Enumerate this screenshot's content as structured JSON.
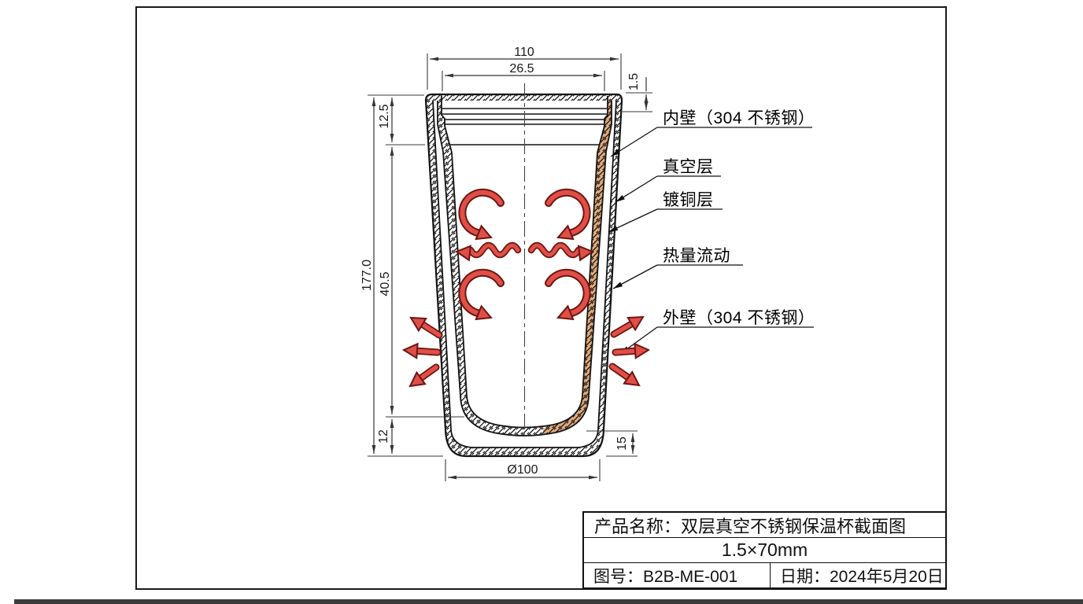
{
  "drawing": {
    "dims": {
      "top_width": "110",
      "mouth_width": "26.5",
      "lip_thickness": "1.5",
      "total_height": "177.0",
      "rim_height": "12.5",
      "mid_height": "40.5",
      "base_height": "12",
      "bottom_gap": "15",
      "bottom_diameter": "Ø100"
    },
    "callouts": {
      "inner_wall": "内壁（304 不锈钢）",
      "vacuum_layer": "真空层",
      "copper_layer": "镀铜层",
      "heat_flow": "热量流动",
      "outer_wall": "外壁（304 不锈钢）"
    },
    "title_block": {
      "product_name": "产品名称：双层真空不锈钢保温杯截面图",
      "spec": "1.5×70mm",
      "drawing_no": "图号：B2B-ME-001",
      "date": "日期：2024年5月20日"
    },
    "colors": {
      "copper": "#e2ab7d",
      "arrow_red": "#df4f48",
      "arrow_dark": "#6e1511",
      "line": "#1a1a1a"
    }
  }
}
